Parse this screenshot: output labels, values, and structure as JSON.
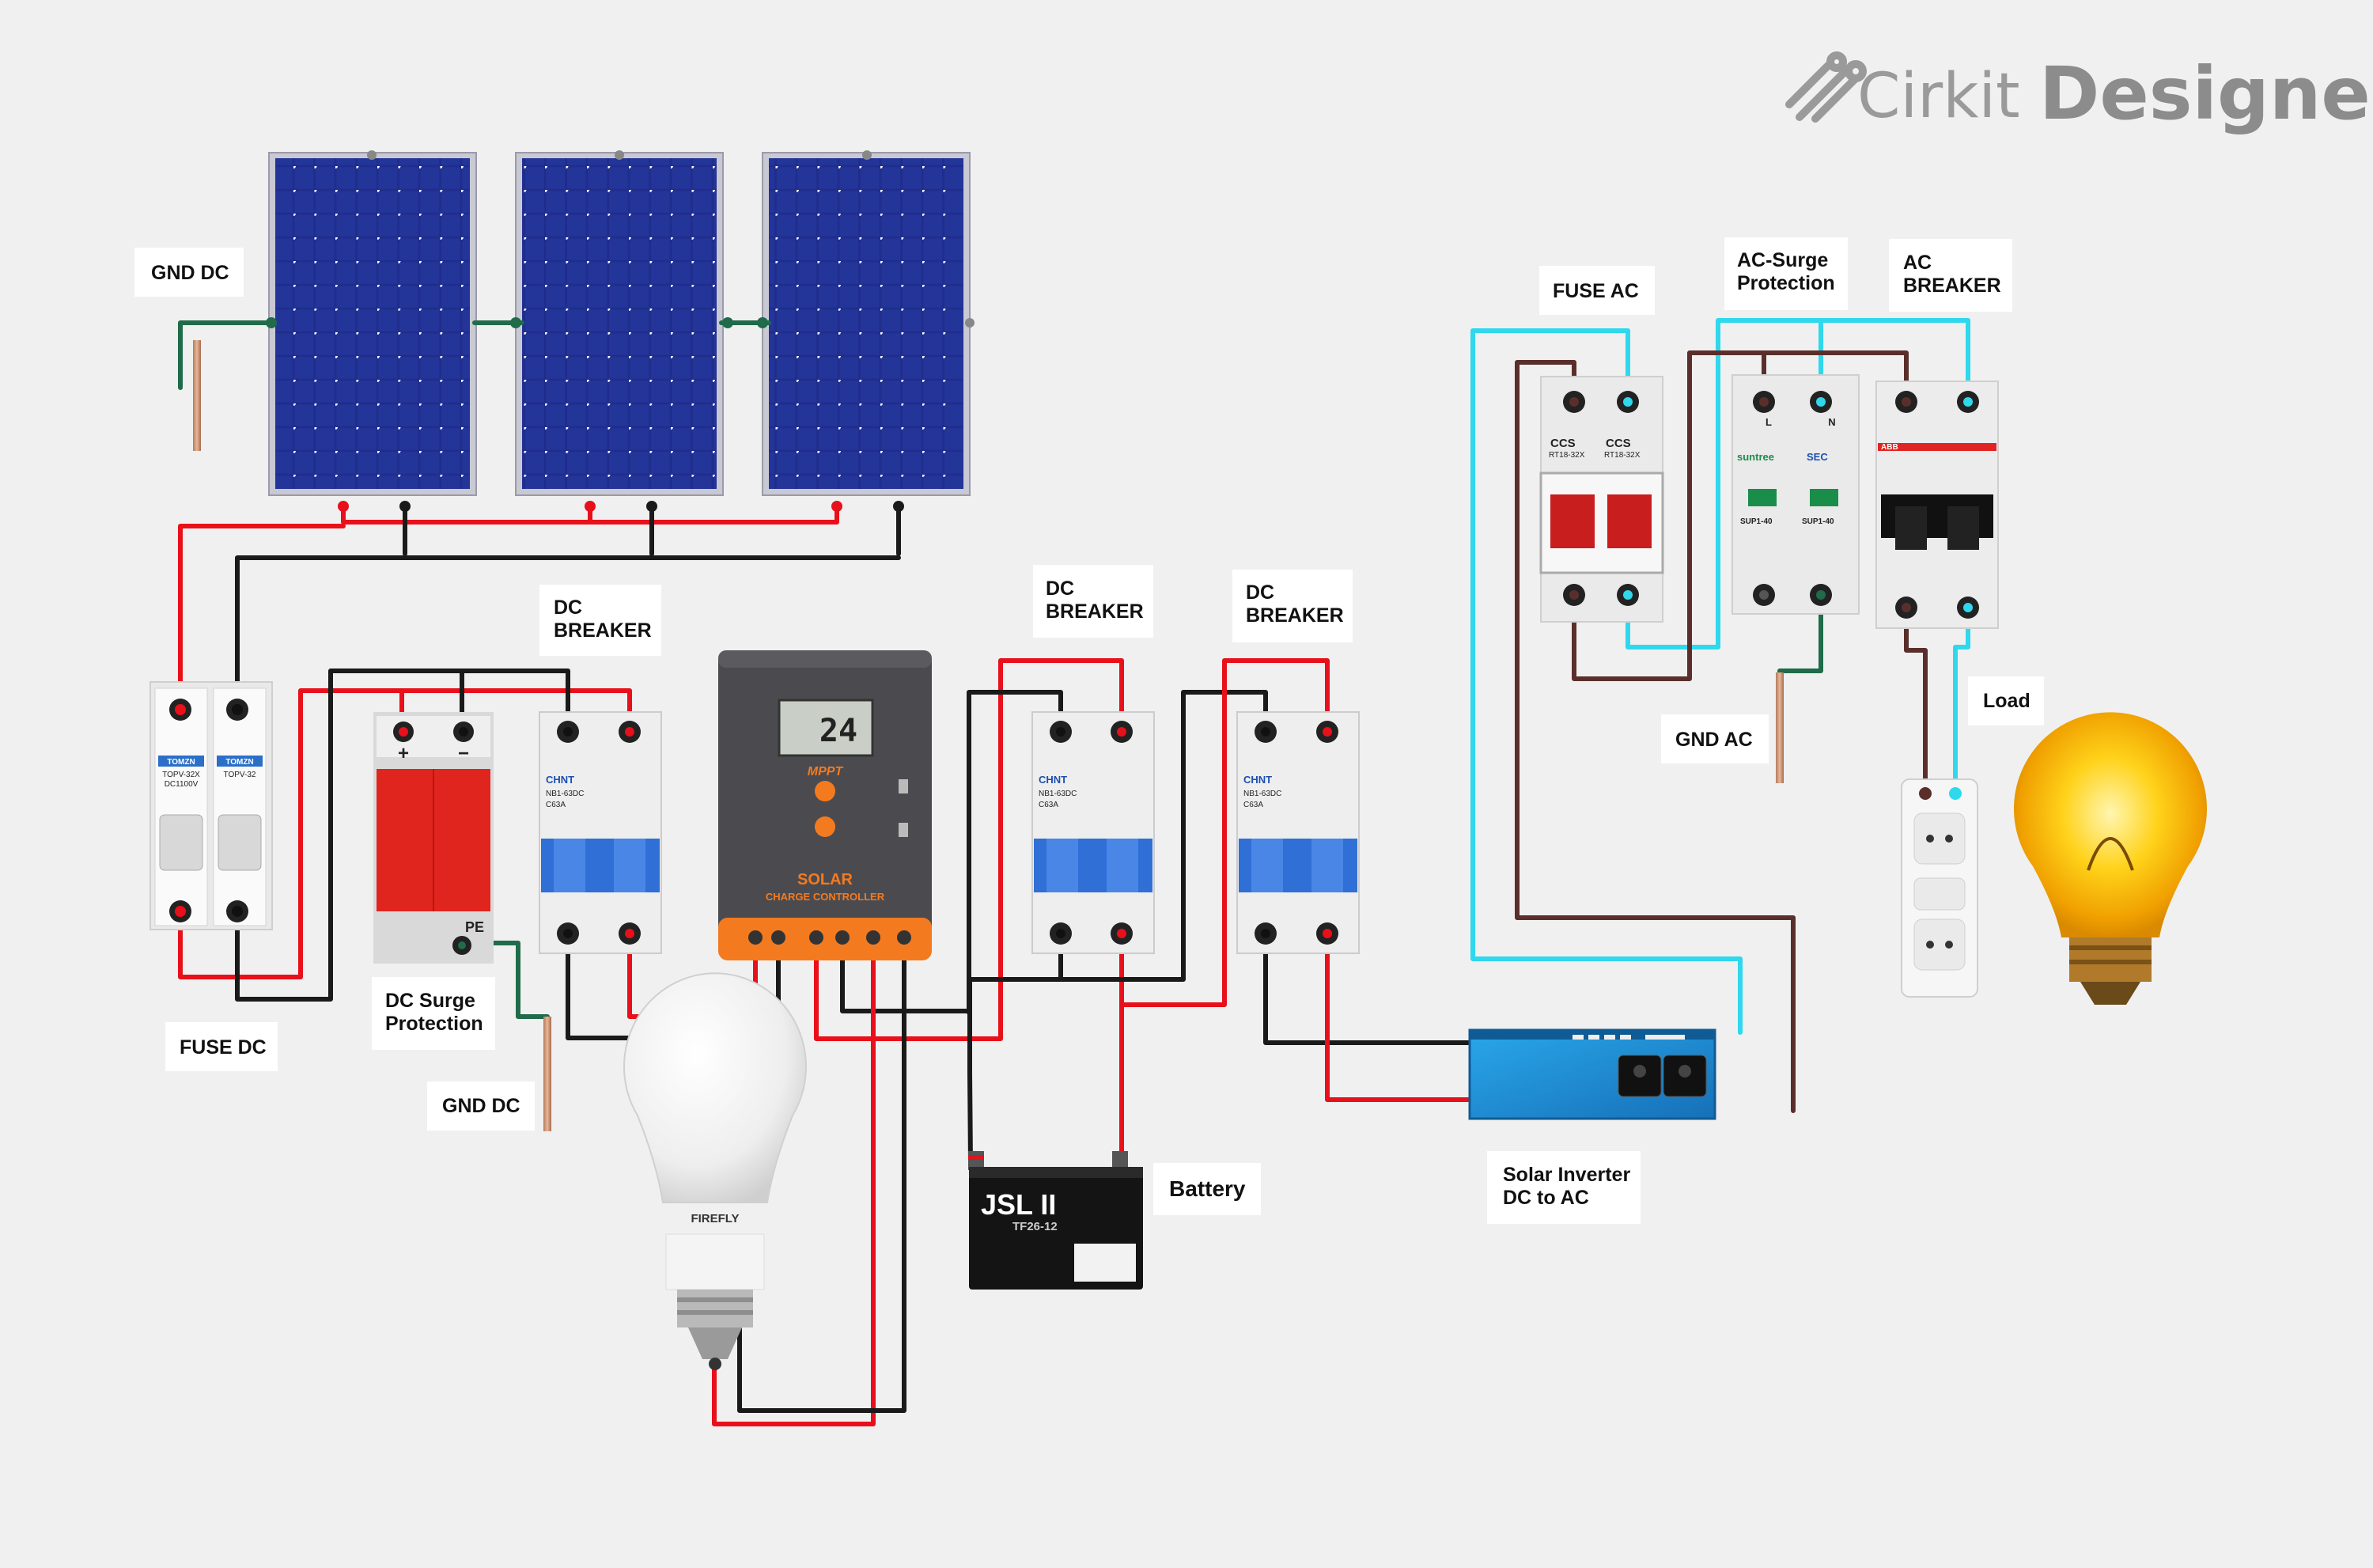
{
  "app": {
    "brand_light": "Cirkit",
    "brand_bold": "Designer"
  },
  "labels": {
    "gnd_dc_top": "GND DC",
    "fuse_dc": "FUSE DC",
    "dc_surge_1": "DC Surge",
    "dc_surge_2": "Protection",
    "gnd_dc_bottom": "GND DC",
    "dc_breaker_1a": "DC",
    "dc_breaker_1b": "BREAKER",
    "dc_breaker_2a": "DC",
    "dc_breaker_2b": "BREAKER",
    "dc_breaker_3a": "DC",
    "dc_breaker_3b": "BREAKER",
    "battery": "Battery",
    "inverter_1": "Solar Inverter",
    "inverter_2": "DC to AC",
    "fuse_ac": "FUSE AC",
    "ac_surge_1": "AC-Surge",
    "ac_surge_2": "Protection",
    "ac_breaker_1": "AC",
    "ac_breaker_2": "BREAKER",
    "gnd_ac": "GND AC",
    "load": "Load"
  },
  "device_text": {
    "fuse_dc_brand_a": "TOMZN",
    "fuse_dc_brand_b": "TOMZN",
    "fuse_dc_model_a": "TOPV-32X",
    "fuse_dc_model_b": "TOPV-32",
    "fuse_dc_rating": "DC1100V",
    "spd_plus": "+",
    "spd_minus": "−",
    "spd_pe": "PE",
    "breaker_brand": "CHNT",
    "breaker_model": "NB1-63DC",
    "breaker_rating": "C63A",
    "mppt_display": "24",
    "mppt_title": "MPPT",
    "mppt_solar": "SOLAR",
    "mppt_cc": "CHARGE CONTROLLER",
    "battery_brand": "JSL II",
    "battery_model": "TF26-12",
    "bulb_brand": "FIREFLY",
    "fuse_ac_brand": "CCS",
    "fuse_ac_model": "RT18-32X",
    "ac_spd_brand_a": "suntree",
    "ac_spd_brand_b": "SEC",
    "ac_spd_model": "SUP1-40",
    "ac_spd_l": "L",
    "ac_spd_n": "N",
    "ac_breaker_brand": "ABB"
  },
  "colors": {
    "wire_red": "#e8101a",
    "wire_black": "#1a1a1a",
    "wire_green": "#1f6b4a",
    "wire_cyan": "#2fd8ec",
    "wire_brown": "#5a2f2b",
    "panel_blue": "#1f2d8e",
    "breaker_blue": "#2f6fd6",
    "spd_red": "#e0251e",
    "controller_orange": "#f47a20",
    "inverter_blue": "#1e8cd6"
  }
}
